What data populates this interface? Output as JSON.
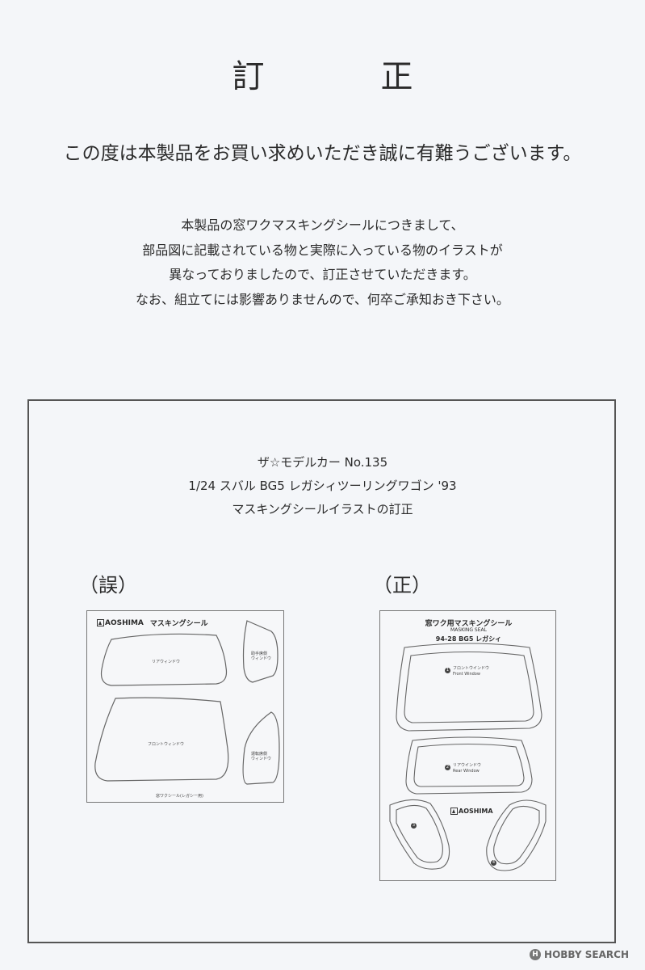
{
  "title": "訂　正",
  "thanks": "この度は本製品をお買い求めいただき誠に有難うございます。",
  "notice": {
    "lines": [
      "本製品の窓ワクマスキングシールにつきまして、",
      "部品図に記載されている物と実際に入っている物のイラストが",
      "異なっておりましたので、訂正させていただきます。",
      "なお、組立てには影響ありませんので、何卒ご承知おき下さい。"
    ]
  },
  "product": {
    "series": "ザ☆モデルカー No.135",
    "name": "1/24 スバル BG5 レガシィツーリングワゴン '93",
    "subject": "マスキングシールイラストの訂正"
  },
  "wrong": {
    "label": "（誤）",
    "brand": "AOSHIMA",
    "sheet_title": "マスキングシール",
    "rear_window": "リアウィンドウ",
    "front_window": "フロントウィンドウ",
    "side_upper": "助手席側\nウィンドウ",
    "side_lower": "運転席側\nウィンドウ",
    "footer": "窓ワクシール(レガシー用)"
  },
  "right": {
    "label": "（正）",
    "sheet_title": "窓ワク用マスキングシール",
    "sheet_sub_en": "MASKING SEAL",
    "sheet_sub_code": "94-28 BG5 レガシィ",
    "front_ja": "フロントウインドウ",
    "front_en": "Front Window",
    "rear_ja": "リアウインドウ",
    "rear_en": "Rear Window",
    "front_num": "1",
    "rear_num": "2",
    "side_left_num": "3",
    "side_right_num": "4",
    "brand": "AOSHIMA"
  },
  "watermark": {
    "icon": "H",
    "text": "HOBBY SEARCH"
  }
}
